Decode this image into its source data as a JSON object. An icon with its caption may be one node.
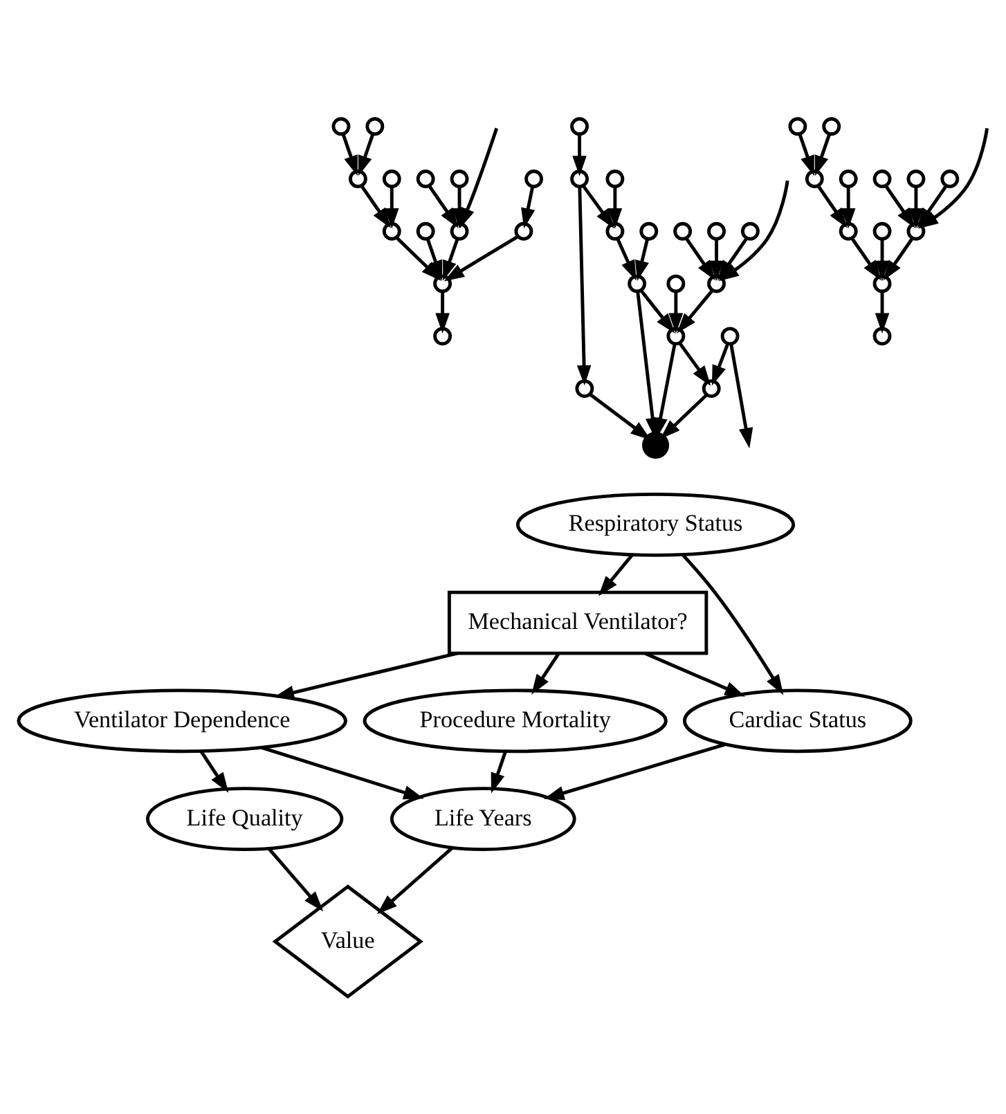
{
  "diagram": {
    "nodes": [
      {
        "text": [],
        "shape": "circle"
      },
      {
        "text": [],
        "shape": "circle"
      },
      {
        "text": [],
        "shape": "circle"
      },
      {
        "text": [],
        "shape": "circle"
      },
      {
        "text": [],
        "shape": "circle"
      },
      {
        "text": [],
        "shape": "circle"
      },
      {
        "text": [],
        "shape": "circle"
      },
      {
        "text": [],
        "shape": "circle"
      },
      {
        "text": [],
        "shape": "circle"
      },
      {
        "text": [],
        "shape": "circle"
      },
      {
        "text": [],
        "shape": "circle"
      },
      {
        "text": [],
        "shape": "circle"
      },
      {
        "text": [],
        "shape": "circle"
      },
      {
        "text": [],
        "shape": "circle"
      },
      {
        "text": [],
        "shape": "circle"
      },
      {
        "text": [],
        "shape": "circle"
      },
      {
        "text": [],
        "shape": "circle"
      },
      {
        "text": [],
        "shape": "circle"
      },
      {
        "text": [],
        "shape": "circle"
      },
      {
        "text": [],
        "shape": "circle"
      },
      {
        "text": [],
        "shape": "circle"
      },
      {
        "text": [],
        "shape": "circle"
      },
      {
        "text": [],
        "shape": "circle"
      },
      {
        "text": [],
        "shape": "circle"
      },
      {
        "text": [],
        "shape": "circle"
      },
      {
        "text": [],
        "shape": "circle"
      },
      {
        "text": [],
        "shape": "circle"
      },
      {
        "text": [],
        "shape": "circle"
      },
      {
        "text": [],
        "shape": "circle"
      },
      {
        "text": [],
        "shape": "circle"
      },
      {
        "text": [],
        "shape": "circle"
      },
      {
        "text": [],
        "shape": "circle"
      },
      {
        "text": [],
        "shape": "circle"
      },
      {
        "text": [],
        "shape": "circle"
      },
      {
        "text": [],
        "shape": "circle"
      },
      {
        "text": [],
        "shape": "circle"
      },
      {
        "text": [],
        "shape": "circle"
      },
      {
        "text": [],
        "shape": "circle"
      },
      {
        "text": [],
        "shape": "circle"
      },
      {
        "text": [],
        "shape": "circle"
      },
      {
        "text": [],
        "shape": "circle"
      },
      {
        "text": [
          "Respiratory Status"
        ]
      },
      {
        "text": [
          "Mechanical Ventilator?"
        ]
      },
      {
        "text": [
          "Ventilator Dependence"
        ]
      },
      {
        "text": [
          "Procedure Mortality"
        ]
      },
      {
        "text": [
          "Cardiac Status"
        ]
      },
      {
        "text": [
          "Life Quality"
        ]
      },
      {
        "text": [
          "Life Years"
        ]
      },
      {
        "text": [
          "Value"
        ]
      }
    ],
    "edges": [
      {
        "from": 1,
        "to": 2,
        "arrow": "to"
      },
      {
        "from": 0,
        "to": 2,
        "arrow": "to"
      },
      {
        "from": 2,
        "to": 4,
        "arrow": "to"
      },
      {
        "from": 3,
        "to": 4,
        "arrow": "to"
      },
      {
        "from": 4,
        "to": 7,
        "arrow": "to"
      },
      {
        "from": 5,
        "to": 7,
        "arrow": "to"
      },
      {
        "from": 6,
        "to": 8,
        "arrow": "to"
      },
      {
        "from": 9,
        "to": 8,
        "arrow": "to"
      },
      {
        "from": null,
        "to": 8,
        "arrow": "to"
      },
      {
        "from": 8,
        "to": 7,
        "arrow": "to"
      },
      {
        "from": 10,
        "to": 7,
        "arrow": "to"
      },
      {
        "from": 7,
        "to": 11,
        "arrow": "to"
      },
      {
        "from": 13,
        "to": 10,
        "arrow": "to"
      },
      {
        "from": 12,
        "to": 14,
        "arrow": "to"
      },
      {
        "from": 14,
        "to": 15,
        "arrow": "to"
      },
      {
        "from": 16,
        "to": 15,
        "arrow": "to"
      },
      {
        "from": 15,
        "to": 19,
        "arrow": "to"
      },
      {
        "from": 18,
        "to": 19,
        "arrow": "to"
      },
      {
        "from": 14,
        "to": 17,
        "arrow": "to"
      },
      {
        "from": 17,
        "to": 21,
        "arrow": "to"
      },
      {
        "from": 19,
        "to": 21,
        "arrow": "to"
      },
      {
        "from": 19,
        "to": 23,
        "arrow": "to"
      },
      {
        "from": 20,
        "to": 23,
        "arrow": "to"
      },
      {
        "from": 22,
        "to": 24,
        "arrow": "to"
      },
      {
        "from": 25,
        "to": 24,
        "arrow": "to"
      },
      {
        "from": null,
        "to": 24,
        "arrow": "to"
      },
      {
        "from": 28,
        "to": 24,
        "arrow": "to"
      },
      {
        "from": 24,
        "to": 23,
        "arrow": "to"
      },
      {
        "from": 23,
        "to": 21,
        "arrow": "to"
      },
      {
        "from": 23,
        "to": 26,
        "arrow": "to"
      },
      {
        "from": 26,
        "to": 21,
        "arrow": "to"
      },
      {
        "from": 27,
        "to": 26,
        "arrow": "to"
      },
      {
        "from": 27,
        "to": null,
        "arrow": "to"
      },
      {
        "from": 30,
        "to": 31,
        "arrow": "to"
      },
      {
        "from": 29,
        "to": 31,
        "arrow": "to"
      },
      {
        "from": 31,
        "to": 33,
        "arrow": "to"
      },
      {
        "from": 32,
        "to": 33,
        "arrow": "to"
      },
      {
        "from": 33,
        "to": 36,
        "arrow": "to"
      },
      {
        "from": 34,
        "to": 36,
        "arrow": "to"
      },
      {
        "from": 35,
        "to": 37,
        "arrow": "to"
      },
      {
        "from": 38,
        "to": 37,
        "arrow": "to"
      },
      {
        "from": null,
        "to": 37,
        "arrow": "to"
      },
      {
        "from": 40,
        "to": 37,
        "arrow": "to"
      },
      {
        "from": 37,
        "to": 36,
        "arrow": "to"
      },
      {
        "from": 36,
        "to": 39,
        "arrow": "to"
      },
      {
        "from": 41,
        "to": 42,
        "arrow": "to"
      },
      {
        "from": 41,
        "to": 45,
        "arrow": "to"
      },
      {
        "from": 42,
        "to": 43,
        "arrow": "to"
      },
      {
        "from": 42,
        "to": 44,
        "arrow": "to"
      },
      {
        "from": 42,
        "to": 45,
        "arrow": "to"
      },
      {
        "from": 43,
        "to": 46,
        "arrow": "to"
      },
      {
        "from": 43,
        "to": 47,
        "arrow": "to"
      },
      {
        "from": 44,
        "to": 47,
        "arrow": "to"
      },
      {
        "from": 45,
        "to": 47,
        "arrow": "to"
      },
      {
        "from": 46,
        "to": 48,
        "arrow": "to"
      },
      {
        "from": 47,
        "to": 48,
        "arrow": "to"
      }
    ]
  }
}
